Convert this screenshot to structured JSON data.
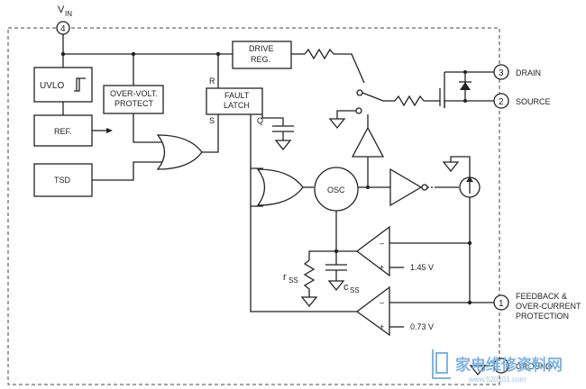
{
  "supply": {
    "name": "V",
    "sub": "IN",
    "pin": "4"
  },
  "blocks": {
    "uvlo": "UVLO",
    "ref": "REF.",
    "tsd": "TSD",
    "ovp_line1": "OVER-VOLT.",
    "ovp_line2": "PROTECT",
    "drive_line1": "DRIVE",
    "drive_line2": "REG.",
    "latch_line1": "FAULT",
    "latch_line2": "LATCH",
    "latch_r": "R",
    "latch_s": "S",
    "latch_q": "Q",
    "osc": "OSC"
  },
  "pins": [
    {
      "num": "3",
      "label": "DRAIN"
    },
    {
      "num": "2",
      "label": "SOURCE"
    },
    {
      "num": "1",
      "label_lines": [
        "FEEDBACK  &",
        "OVER-CURRENT",
        "PROTECTION"
      ]
    },
    {
      "num": "",
      "label": "GROUND"
    }
  ],
  "components": {
    "rss": "r",
    "rss_sub": "SS",
    "css": "c",
    "css_sub": "SS"
  },
  "comparators": [
    {
      "minus": "–",
      "plus": "+",
      "ref": "1.45  V"
    },
    {
      "minus": "–",
      "plus": "+",
      "ref": "0.73  V"
    }
  ],
  "watermark": {
    "text": "家电维修资料网",
    "url": "www.520101.com"
  }
}
